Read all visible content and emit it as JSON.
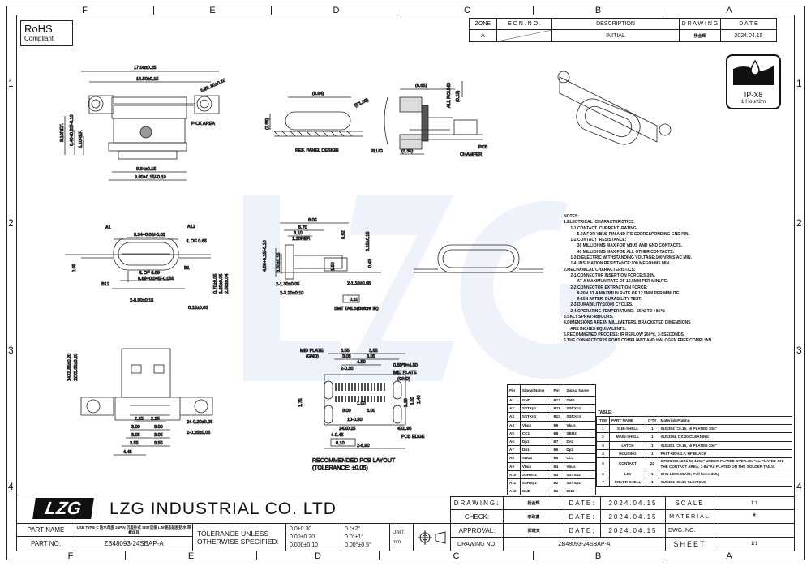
{
  "frame": {
    "columns": [
      "F",
      "E",
      "D",
      "C",
      "B",
      "A"
    ],
    "rows": [
      "1",
      "2",
      "3",
      "4"
    ]
  },
  "rohs": {
    "title": "RoHS",
    "subtitle": "Compliant"
  },
  "revision": {
    "headers": [
      "ZONE",
      "E C N . N O .",
      "DESCRIPTION",
      "D R A W I N G",
      "D A T E"
    ],
    "row": {
      "zone": "A",
      "ecn": "",
      "description": "INITIAL",
      "drawing": "杨金辉",
      "date": "2024.04.15"
    }
  },
  "ip_badge": {
    "rating": "IP-X8",
    "condition": "1 Hour/2m"
  },
  "labels": {
    "ref_panel": "REF. PANEL DESIGN",
    "plug": "PLUG",
    "pcb": "PCB",
    "chamfer": "CHAMFER",
    "all_round": "ALL ROUND",
    "pick_area": "PICK AREA",
    "smt_tails": "SMT TAILS(Before IR)",
    "mid_plate": "MID PLATE",
    "gnd": "(GND)",
    "pcb_edge": "PCB EDGE",
    "pcb_layout": "RECOMMENDED PCB LAYOUT",
    "tolerance_note": "(TOLERANCE: ±0.05)",
    "a1": "A1",
    "a12": "A12",
    "b1": "B1",
    "b12": "B12",
    "cl1": "℄ OF 0.65",
    "cl2": "℄ OF 6.69"
  },
  "dims": {
    "d1": "17.00±0.25",
    "d2": "14.50±0.15",
    "d3": "2-Ø1.60±0.10",
    "d4": "9.34±0.15",
    "d5": "9.80+0.15/-0.10",
    "d6": "8.10REF.",
    "d7": "6.40+0.20/-0.10",
    "d8": "5.10REF.",
    "d9": "(8.64)",
    "d10": "(R1.08)",
    "d11": "(2.86)",
    "d12": "(6.65)",
    "d13": "(0.15)",
    "d14": "(3.35)",
    "d15": "8.34+0.06/-0.02",
    "d16": "6.69+0.045/-0.055",
    "d17": "2-8.90±0.15",
    "d18": "0.15±0.03",
    "d19": "0.65",
    "d20": "0.70±0.05",
    "d21": "1.20±0.05",
    "d22": "2.56±0.04",
    "d23": "8.05",
    "d24": "5.70",
    "d25": "3.10",
    "d26": "1.10REF.",
    "d27": "4.06+0.15/-0.10",
    "d28": "3.50±0.15",
    "d29": "2-1.30±0.05",
    "d30": "2-3.20±0.10",
    "d31": "2-1.10±0.05",
    "d32": "0.10",
    "d33": "0.92",
    "d34": "3.15±0.15",
    "d35": "0.43",
    "d36": "1.50",
    "d37": "3.55",
    "d38": "3.05",
    "d39": "4.50",
    "d40": "2-0.30",
    "d41": "0.50*9=4.50",
    "d42": "1.00",
    "d43": "3.00",
    "d44": "10-0.50",
    "d45": "24X0.25",
    "d46": "4-0.45",
    "d47": "2-8.90",
    "d48": "4X0.95",
    "d49": "0.10",
    "d50": "2.13",
    "d51": "3.50",
    "d52": "1.40",
    "d53": "1.75",
    "d54": "2.25",
    "d55": "3.00",
    "d56": "3.05",
    "d57": "3.55",
    "d58": "4.45",
    "d59": "24-0.20±0.05",
    "d60": "2-0.25±0.05",
    "d61": "14X3.85±0.20",
    "d62": "12X3.05±0.20"
  },
  "notes": {
    "text": "NOTES:\n1.ELECTRICAL  CHARACTERISTICS:\n      1-1.CONTACT  CURRENT  RATING:\n            5.0A FOR VBUS PIN AND ITS CORRESPONDING GND PIN.\n      1-2.CONTACT  RESISTANCE:\n            30 MILLIOHMS MAX FOR VBUS AND GND CONTACTS.\n            40 MILLIOHMS MAX FOR ALL OTHER CONTACTS.\n      1-3.DIELECTRIC WITHSTANDING VOLTAGE:100 VRMS AC MIN.\n      1-4. INSULATION RESISTANCE:100 MEGOHMS MIN.\n2.MECHANICAL CHARACTERISTICS:\n      2-1.CONNECTOR INSERTION FORCE:5-20N.\n            AT A MAXIMUN RATE OF 12.5MM PER MINUTE.\n      2-2.CONNECTOR EXTRACTION FORCE:\n            8-20N AT A MAXIMUN RATE OF 12.5MM PER MINUTE.\n            6-20N AFTER  DURABILITY TEST.\n      2-3.DURABILITY:10000 CYCLES.\n      2-4.OPERATING TEMPERATURE: -55℃ TO +85℃\n3.SALT SPRAY:48HOURS.\n4.DIMENSIONS ARE IN MILLIMETERS, BRACKETED DIMENSIONS\n      ARE INCHES EQUIVALENTS.\n5.RECOMMENED PROCESS: IR REFLOW 260℃, 3-5SECONDS.\n6.THE CONNECTOR IS ROHS COMPLIANT AND HALOGEN FREE COMPLIAN."
  },
  "pin_table": {
    "headers": [
      "Pin",
      "Signal Name",
      "Pin",
      "Signal Name"
    ],
    "rows": [
      [
        "A1",
        "GND",
        "B12",
        "GND"
      ],
      [
        "A2",
        "SSTXp1",
        "B11",
        "SSRXp1"
      ],
      [
        "A3",
        "SSTXn1",
        "B10",
        "SSRXn1"
      ],
      [
        "A4",
        "Vbus",
        "B9",
        "Vbus"
      ],
      [
        "A5",
        "CC1",
        "B8",
        "SBU2"
      ],
      [
        "A6",
        "Dp1",
        "B7",
        "Dn2"
      ],
      [
        "A7",
        "Dn1",
        "B6",
        "Dp2"
      ],
      [
        "A8",
        "SBU1",
        "B5",
        "CC2"
      ],
      [
        "A9",
        "Vbus",
        "B4",
        "Vbus"
      ],
      [
        "A10",
        "SSRXn2",
        "B3",
        "SSTXn2"
      ],
      [
        "A11",
        "SSRXp2",
        "B2",
        "SSTXp2"
      ],
      [
        "A12",
        "GND",
        "B1",
        "GND"
      ]
    ]
  },
  "parts_table": {
    "caption": "TABLE:",
    "headers": [
      "ITEM",
      "PART NAME",
      "Q'TY",
      "Material&Plating"
    ],
    "rows": [
      [
        "1",
        "SUB-SHELL",
        "1",
        "SUS304 t=0.15, Ni PLATED 30u\""
      ],
      [
        "2",
        "MAIN-SHELL",
        "1",
        "SUS316L t=0.20 CLEANING"
      ],
      [
        "3",
        "LATCH",
        "1",
        "SUS301 t=0.15, Ni PLATED 30u\""
      ],
      [
        "4",
        "HOUSING",
        "1",
        "PA9T+30%G.F, HF BLACK"
      ],
      [
        "5",
        "CONTACT",
        "24",
        "C7025 t=0.12,Ni 50-150u\" UNDER PLATED OVER.30u\"Au PLATED ON THE CONTACT AREA, 3-8u\"Au PLATED ON THE SOLDER TAILS."
      ],
      [
        "6",
        "LIM",
        "1",
        "CHN-LIMS-60A/B; Pull  force 300g"
      ],
      [
        "7",
        "COVER SHELL",
        "1",
        "SUS304 t=0.30 CLEANING"
      ]
    ]
  },
  "title_block": {
    "logo": "LZG",
    "company": "LZG INDUSTRIAL CO. LTD",
    "part_name_label": "PART NAME",
    "part_name": "USB TYPE C 防水母座 24PIN 沉板卧式 SMT双排 LIM液态硅胶防水 带螺丝耳",
    "part_no_label": "PART NO.",
    "part_no": "ZB48093-24SBAP-A",
    "tolerance_label1": "TOLERANCE UNLESS",
    "tolerance_label2": "OTHERWISE SPECIFIED:",
    "tol": [
      "0.0±0.30",
      "0.00±0.20",
      "0.000±0.10"
    ],
    "ang": [
      "0.°±2°",
      "0.0°±1°",
      "0.00°±0.5°"
    ],
    "unit_label": "UNIT:",
    "unit": "mm",
    "drawing_label": "DRAWING:",
    "drawing_by": "杨金辉",
    "check_label": "CHECK:",
    "check_by": "李政鑫",
    "approval_label": "APPROVAL:",
    "approval_by": "郭耀文",
    "date_label": "DATE:",
    "dates": [
      "2024.04.15",
      "2024.04.15",
      "2024.04.15"
    ],
    "scale_label": "SCALE",
    "scale": "1:1",
    "material_label": "MATERIAL",
    "material": "*",
    "dwg_no_label": "DWG. NO.",
    "dwg_no": "",
    "drawing_no_label": "DRAWING NO.",
    "drawing_no": "ZB48093-24SBAP-A",
    "sheet_label": "SHEET",
    "sheet": "1/1"
  }
}
